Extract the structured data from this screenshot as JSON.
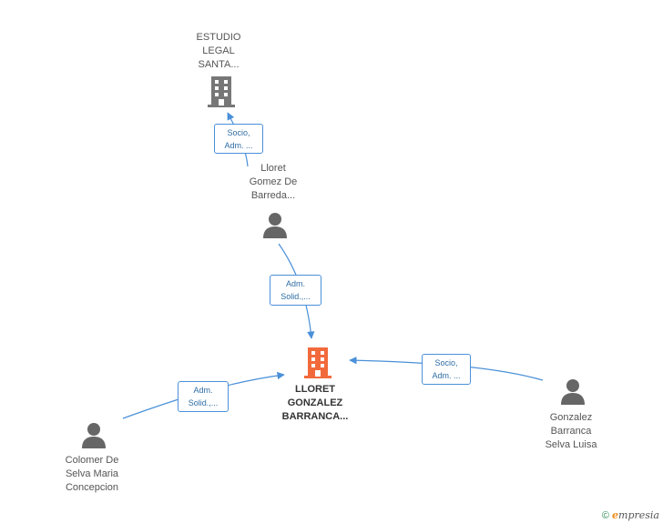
{
  "colors": {
    "edge": "#4a90d9",
    "company_main": "#f26a3c",
    "company_other": "#777777",
    "person": "#666666"
  },
  "nodes": {
    "estudio": {
      "label": "ESTUDIO\nLEGAL\nSANTA...",
      "icon": "building-icon"
    },
    "lloret_gomez": {
      "label": "Lloret\nGomez De\nBarreda...",
      "icon": "person-icon"
    },
    "lloret_gonzalez": {
      "label": "LLORET\nGONZALEZ\nBARRANCA...",
      "icon": "building-icon"
    },
    "colomer": {
      "label": "Colomer De\nSelva Maria\nConcepcion",
      "icon": "person-icon"
    },
    "gonzalez": {
      "label": "Gonzalez\nBarranca\nSelva Luisa",
      "icon": "person-icon"
    }
  },
  "edges": {
    "e1": {
      "label": "Socio,\nAdm. ..."
    },
    "e2": {
      "label": "Adm.\nSolid.,..."
    },
    "e3": {
      "label": "Adm.\nSolid.,..."
    },
    "e4": {
      "label": "Socio,\nAdm. ..."
    }
  },
  "footer": {
    "copyright": "©",
    "brand_initial": "e",
    "brand_rest": "mpresia"
  }
}
